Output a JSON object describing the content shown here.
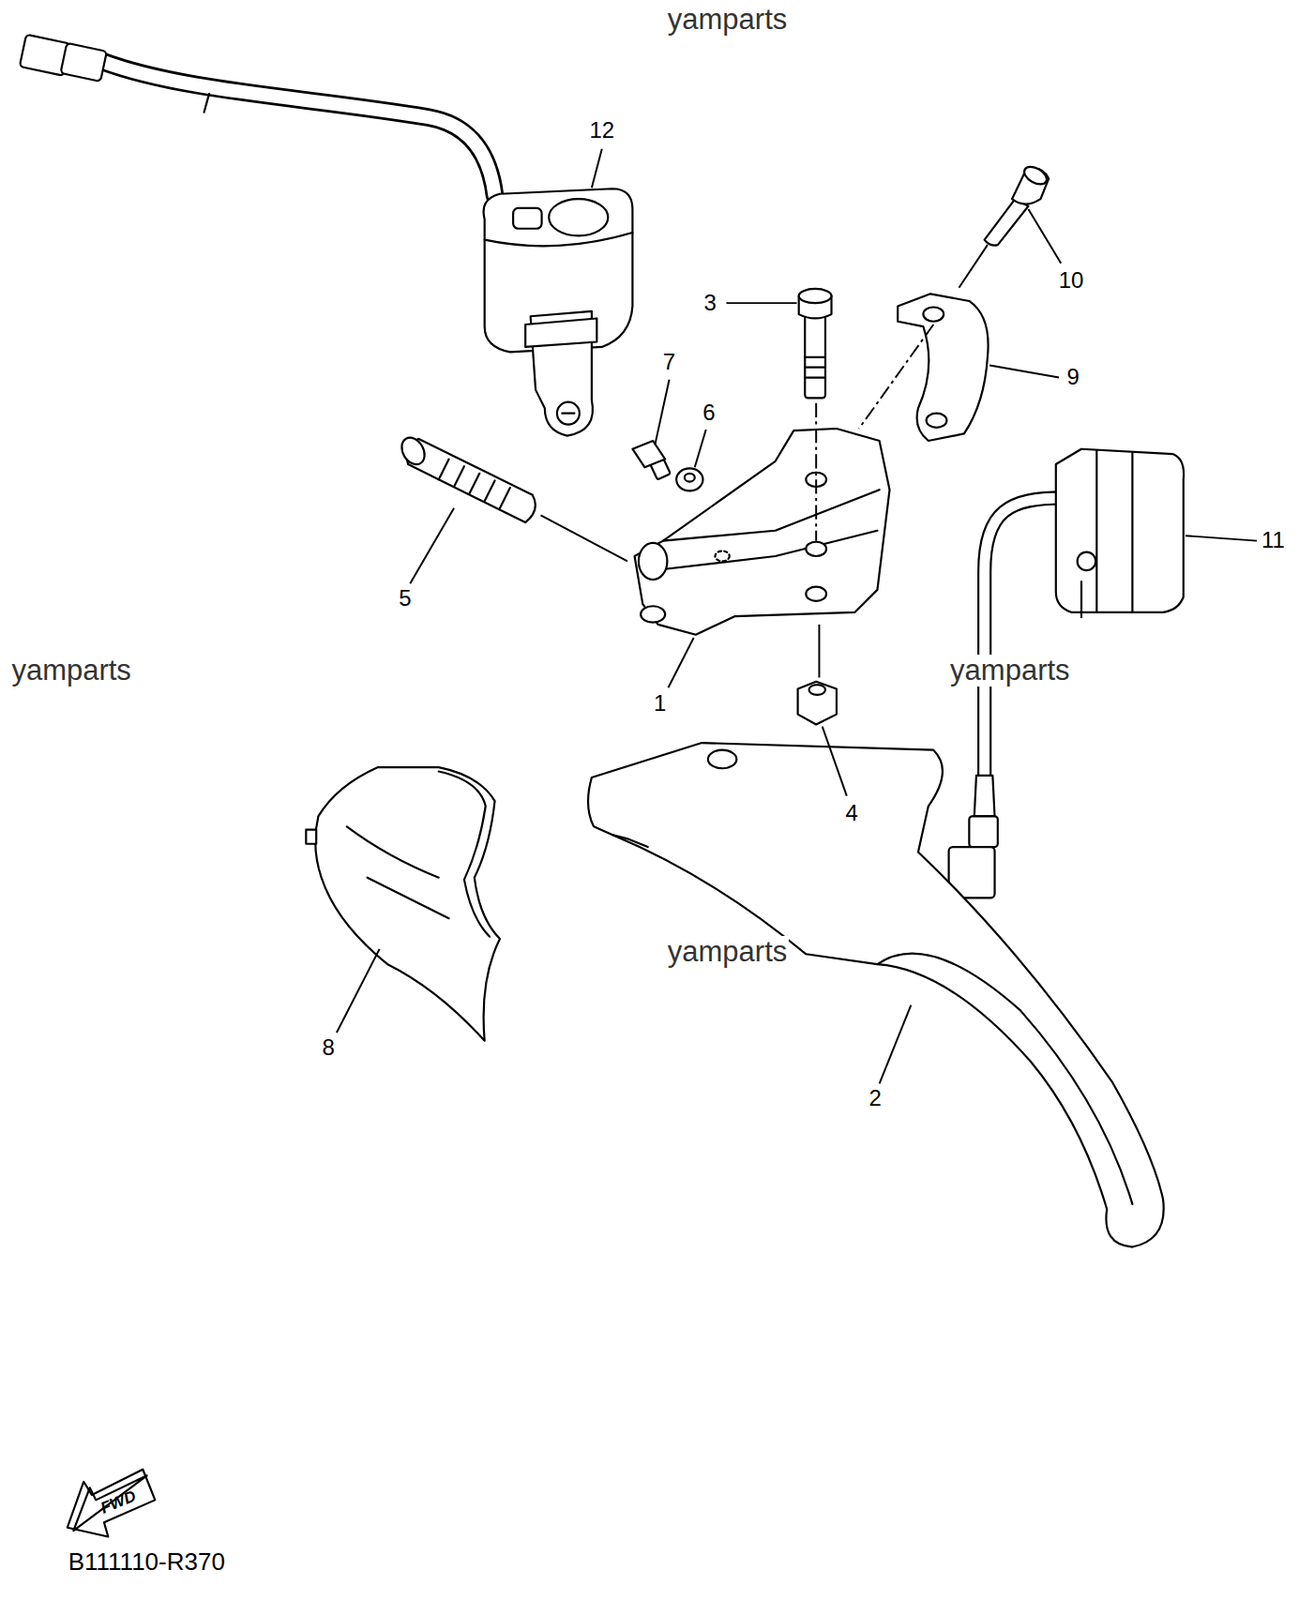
{
  "diagram": {
    "labels": [
      "yamparts",
      "12",
      "10",
      "3",
      "9",
      "7",
      "6",
      "11",
      "5",
      "yamparts",
      "yamparts",
      "1",
      "4",
      "yamparts",
      "8",
      "2",
      "FWD",
      "B111110-R370"
    ]
  }
}
